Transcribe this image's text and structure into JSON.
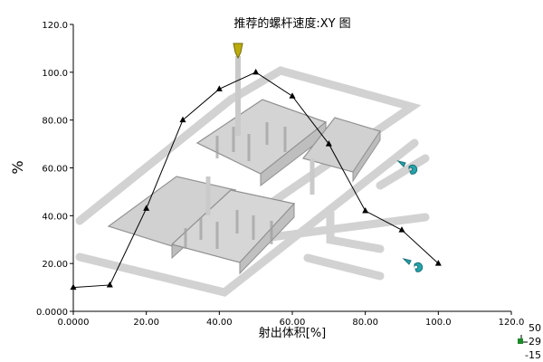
{
  "chart_data": {
    "type": "line",
    "title": "推荐的螺杆速度:XY 图",
    "xlabel": "射出体积[%]",
    "ylabel": "%",
    "xlim": [
      0,
      120
    ],
    "ylim": [
      0,
      120
    ],
    "x_ticks": [
      "0.0000",
      "20.00",
      "40.00",
      "60.00",
      "80.00",
      "100.0",
      "120.0"
    ],
    "y_ticks": [
      "0.0000",
      "20.00",
      "40.00",
      "60.00",
      "80.00",
      "100.0",
      "120.0"
    ],
    "grid": false,
    "legend": "none",
    "series": [
      {
        "x": [
          0,
          10,
          20,
          30,
          40,
          50,
          60,
          70,
          80,
          90,
          100
        ],
        "y": [
          10,
          11,
          43,
          80,
          93,
          100,
          90,
          70,
          42,
          34,
          20
        ]
      }
    ]
  },
  "overlay": {
    "corner_labels": [
      "50",
      "29",
      "-15"
    ]
  },
  "colors": {
    "line": "#000000",
    "marker": "#000000",
    "part_fill": "#c8c8c8",
    "part_edge": "#8a8a8a",
    "runner": "#cfcfcf",
    "nozzle": "#b8a800",
    "cooling_marker": "#1aa0a8",
    "triad_green": "#1c8a2a"
  },
  "icons": {
    "nozzle": "injection-nozzle-icon",
    "cooling_markers": "coolant-arrow-icon",
    "triad": "axis-triad-icon"
  }
}
